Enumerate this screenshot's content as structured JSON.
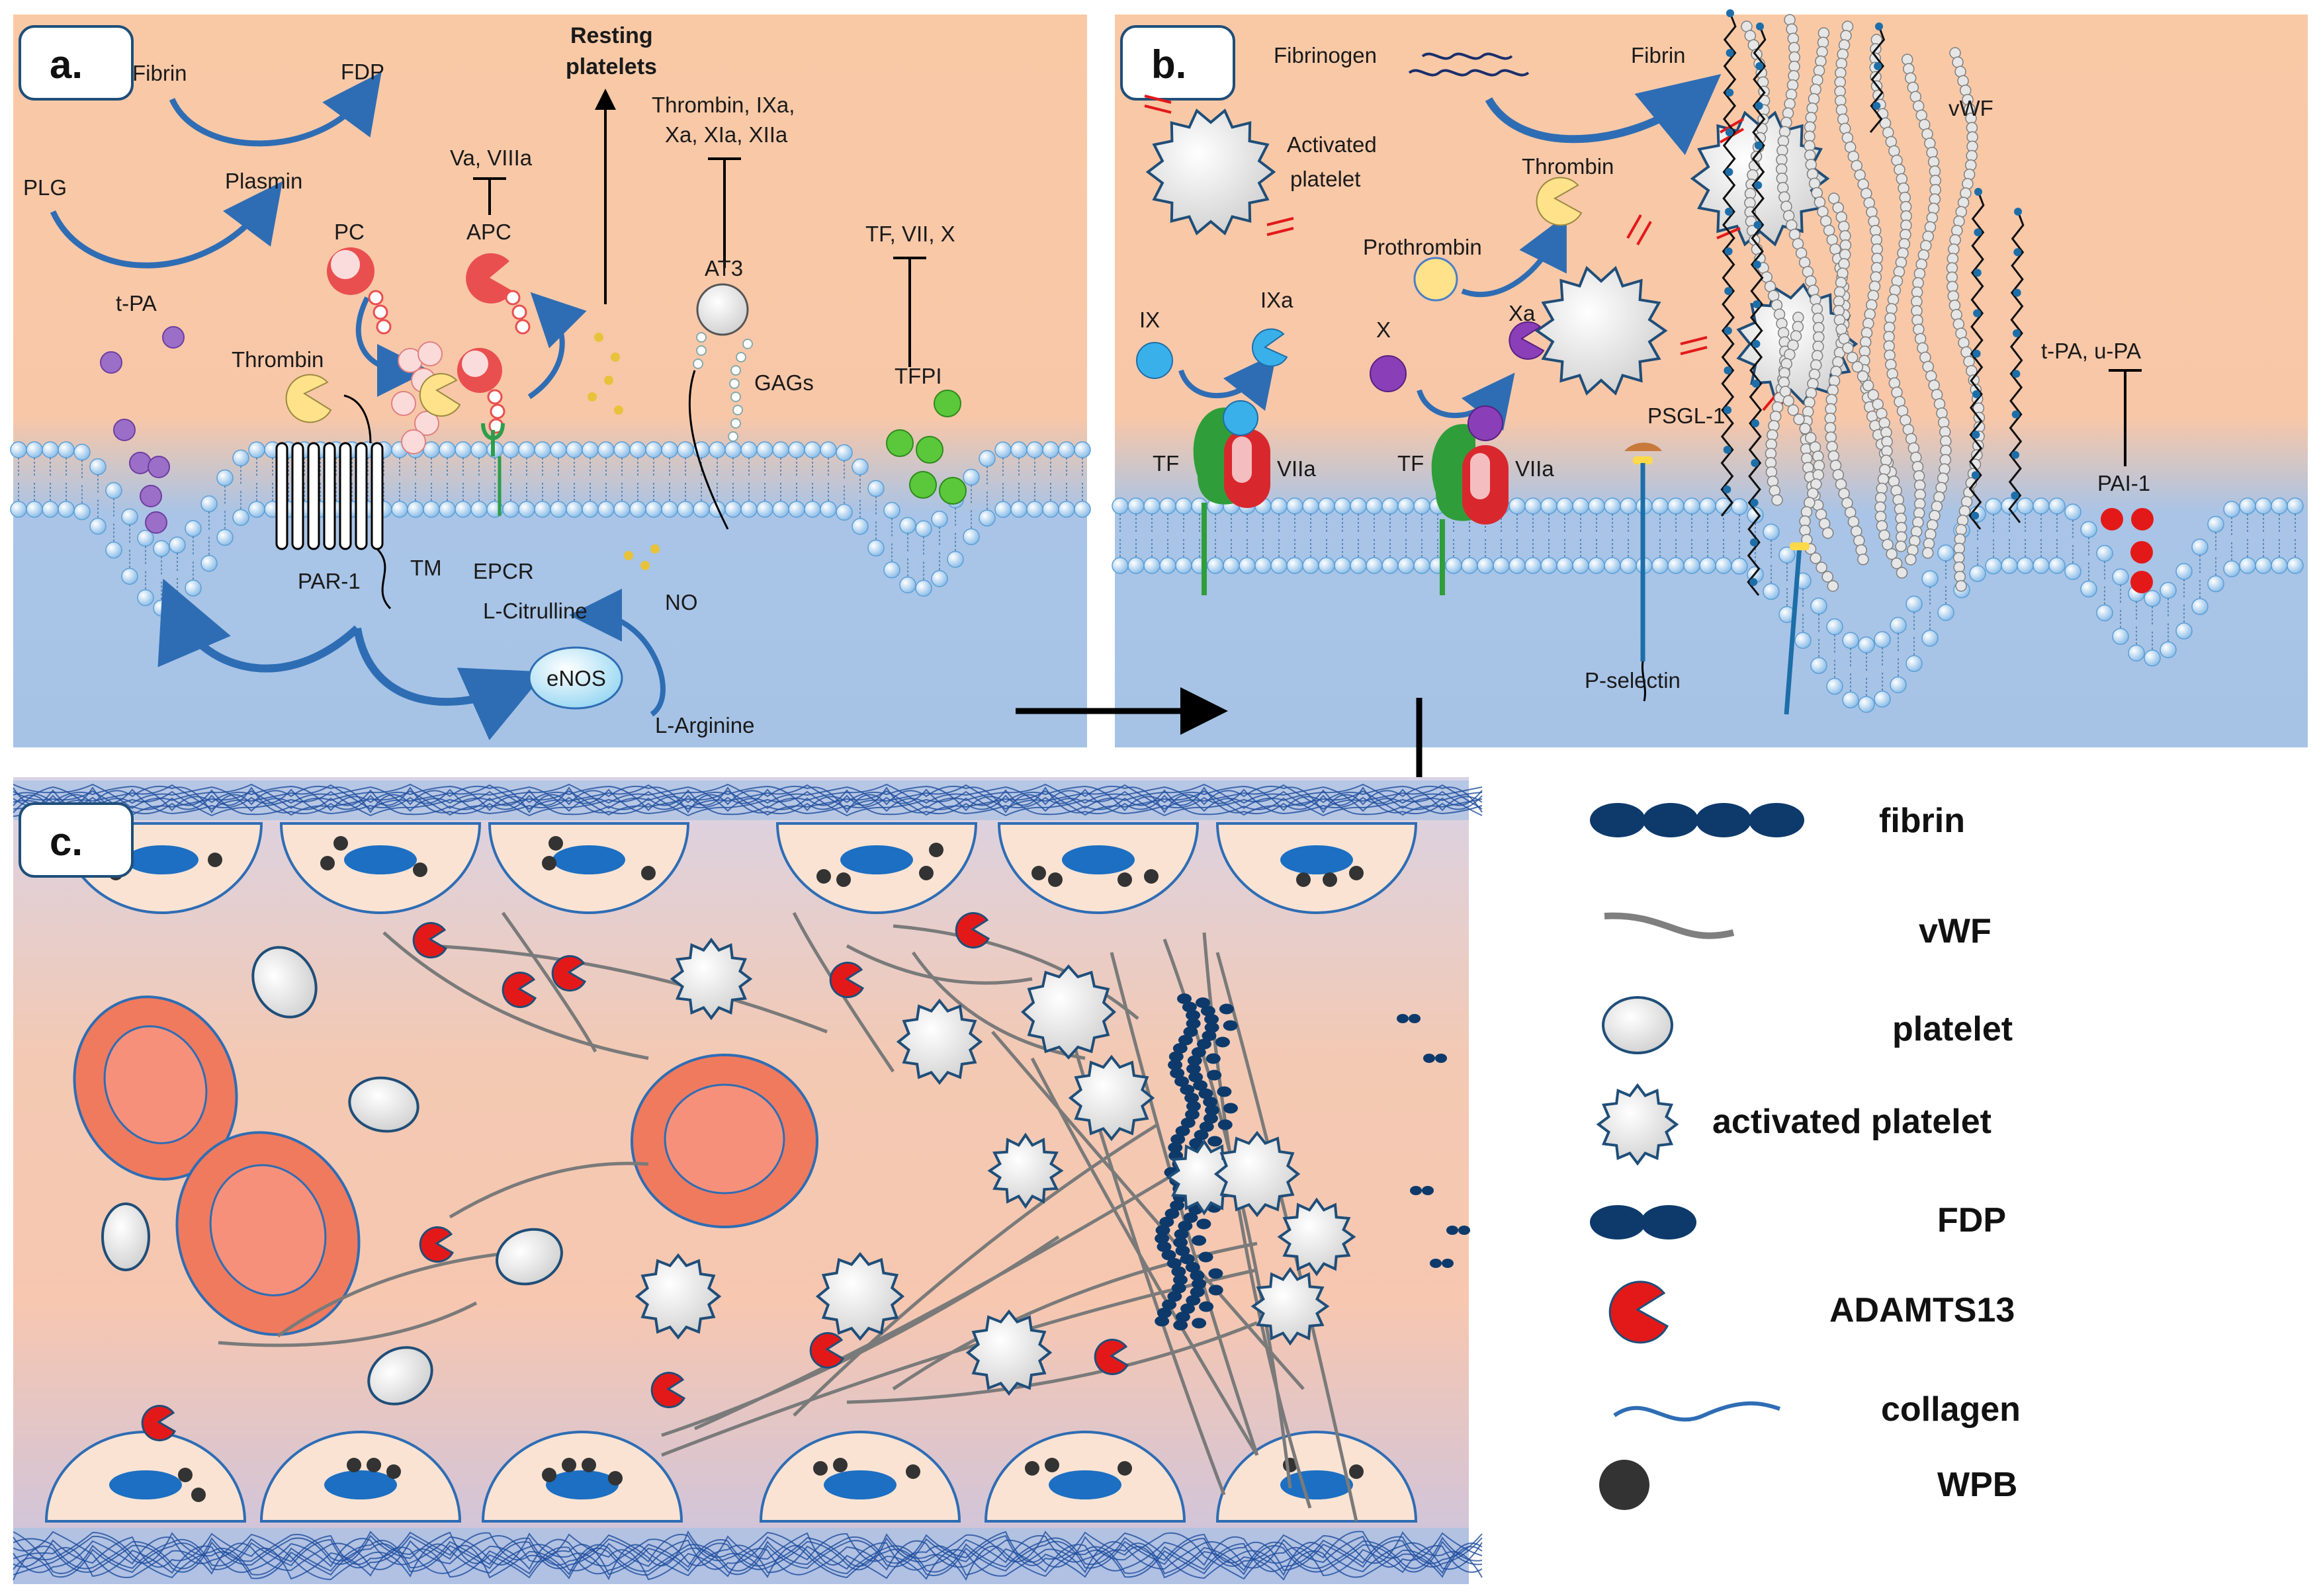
{
  "panels": {
    "a": {
      "tag": "a.",
      "labels": {
        "fibrin": "Fibrin",
        "fdp": "FDP",
        "resting1": "Resting",
        "resting2": "platelets",
        "thrombin_list1": "Thrombin, IXa,",
        "thrombin_list2": "Xa, XIa, XIIa",
        "va": "Va, VIIIa",
        "plg": "PLG",
        "plasmin": "Plasmin",
        "pc": "PC",
        "apc": "APC",
        "tf_vii_x": "TF, VII, X",
        "at3": "AT3",
        "tpa": "t-PA",
        "thrombin": "Thrombin",
        "gags": "GAGs",
        "tfpi": "TFPI",
        "par1": "PAR-1",
        "tm": "TM",
        "epcr": "EPCR",
        "no": "NO",
        "lcit": "L-Citrulline",
        "enos": "eNOS",
        "larg": "L-Arginine"
      }
    },
    "b": {
      "tag": "b.",
      "labels": {
        "fibrinogen": "Fibrinogen",
        "fibrin": "Fibrin",
        "vwf": "vWF",
        "act1": "Activated",
        "act2": "platelet",
        "thrombin": "Thrombin",
        "prothrombin": "Prothrombin",
        "ix": "IX",
        "ixa": "IXa",
        "x": "X",
        "xa": "Xa",
        "tf1": "TF",
        "viia1": "VIIa",
        "tf2": "TF",
        "viia2": "VIIa",
        "psgl": "PSGL-1",
        "tpa_upa": "t-PA, u-PA",
        "pai": "PAI-1",
        "psel": "P-selectin"
      }
    },
    "c": {
      "tag": "c."
    }
  },
  "legend": [
    {
      "icon": "fibrin",
      "label": "fibrin"
    },
    {
      "icon": "vwf",
      "label": "vWF"
    },
    {
      "icon": "platelet",
      "label": "platelet"
    },
    {
      "icon": "activated-platelet",
      "label": "activated platelet"
    },
    {
      "icon": "fdp",
      "label": "FDP"
    },
    {
      "icon": "adamts13",
      "label": "ADAMTS13"
    },
    {
      "icon": "collagen",
      "label": "collagen"
    },
    {
      "icon": "wpb",
      "label": "WPB"
    }
  ],
  "colors": {
    "tissue": "#f9c9a6",
    "lumen": "#a6c3e6",
    "lipid": "#cfe6f7",
    "fibrin": "#0d3a6b",
    "vwf": "#7f7f7f",
    "rbc": "#f07a5e",
    "adamts13": "#e31919",
    "wpb": "#333333"
  }
}
